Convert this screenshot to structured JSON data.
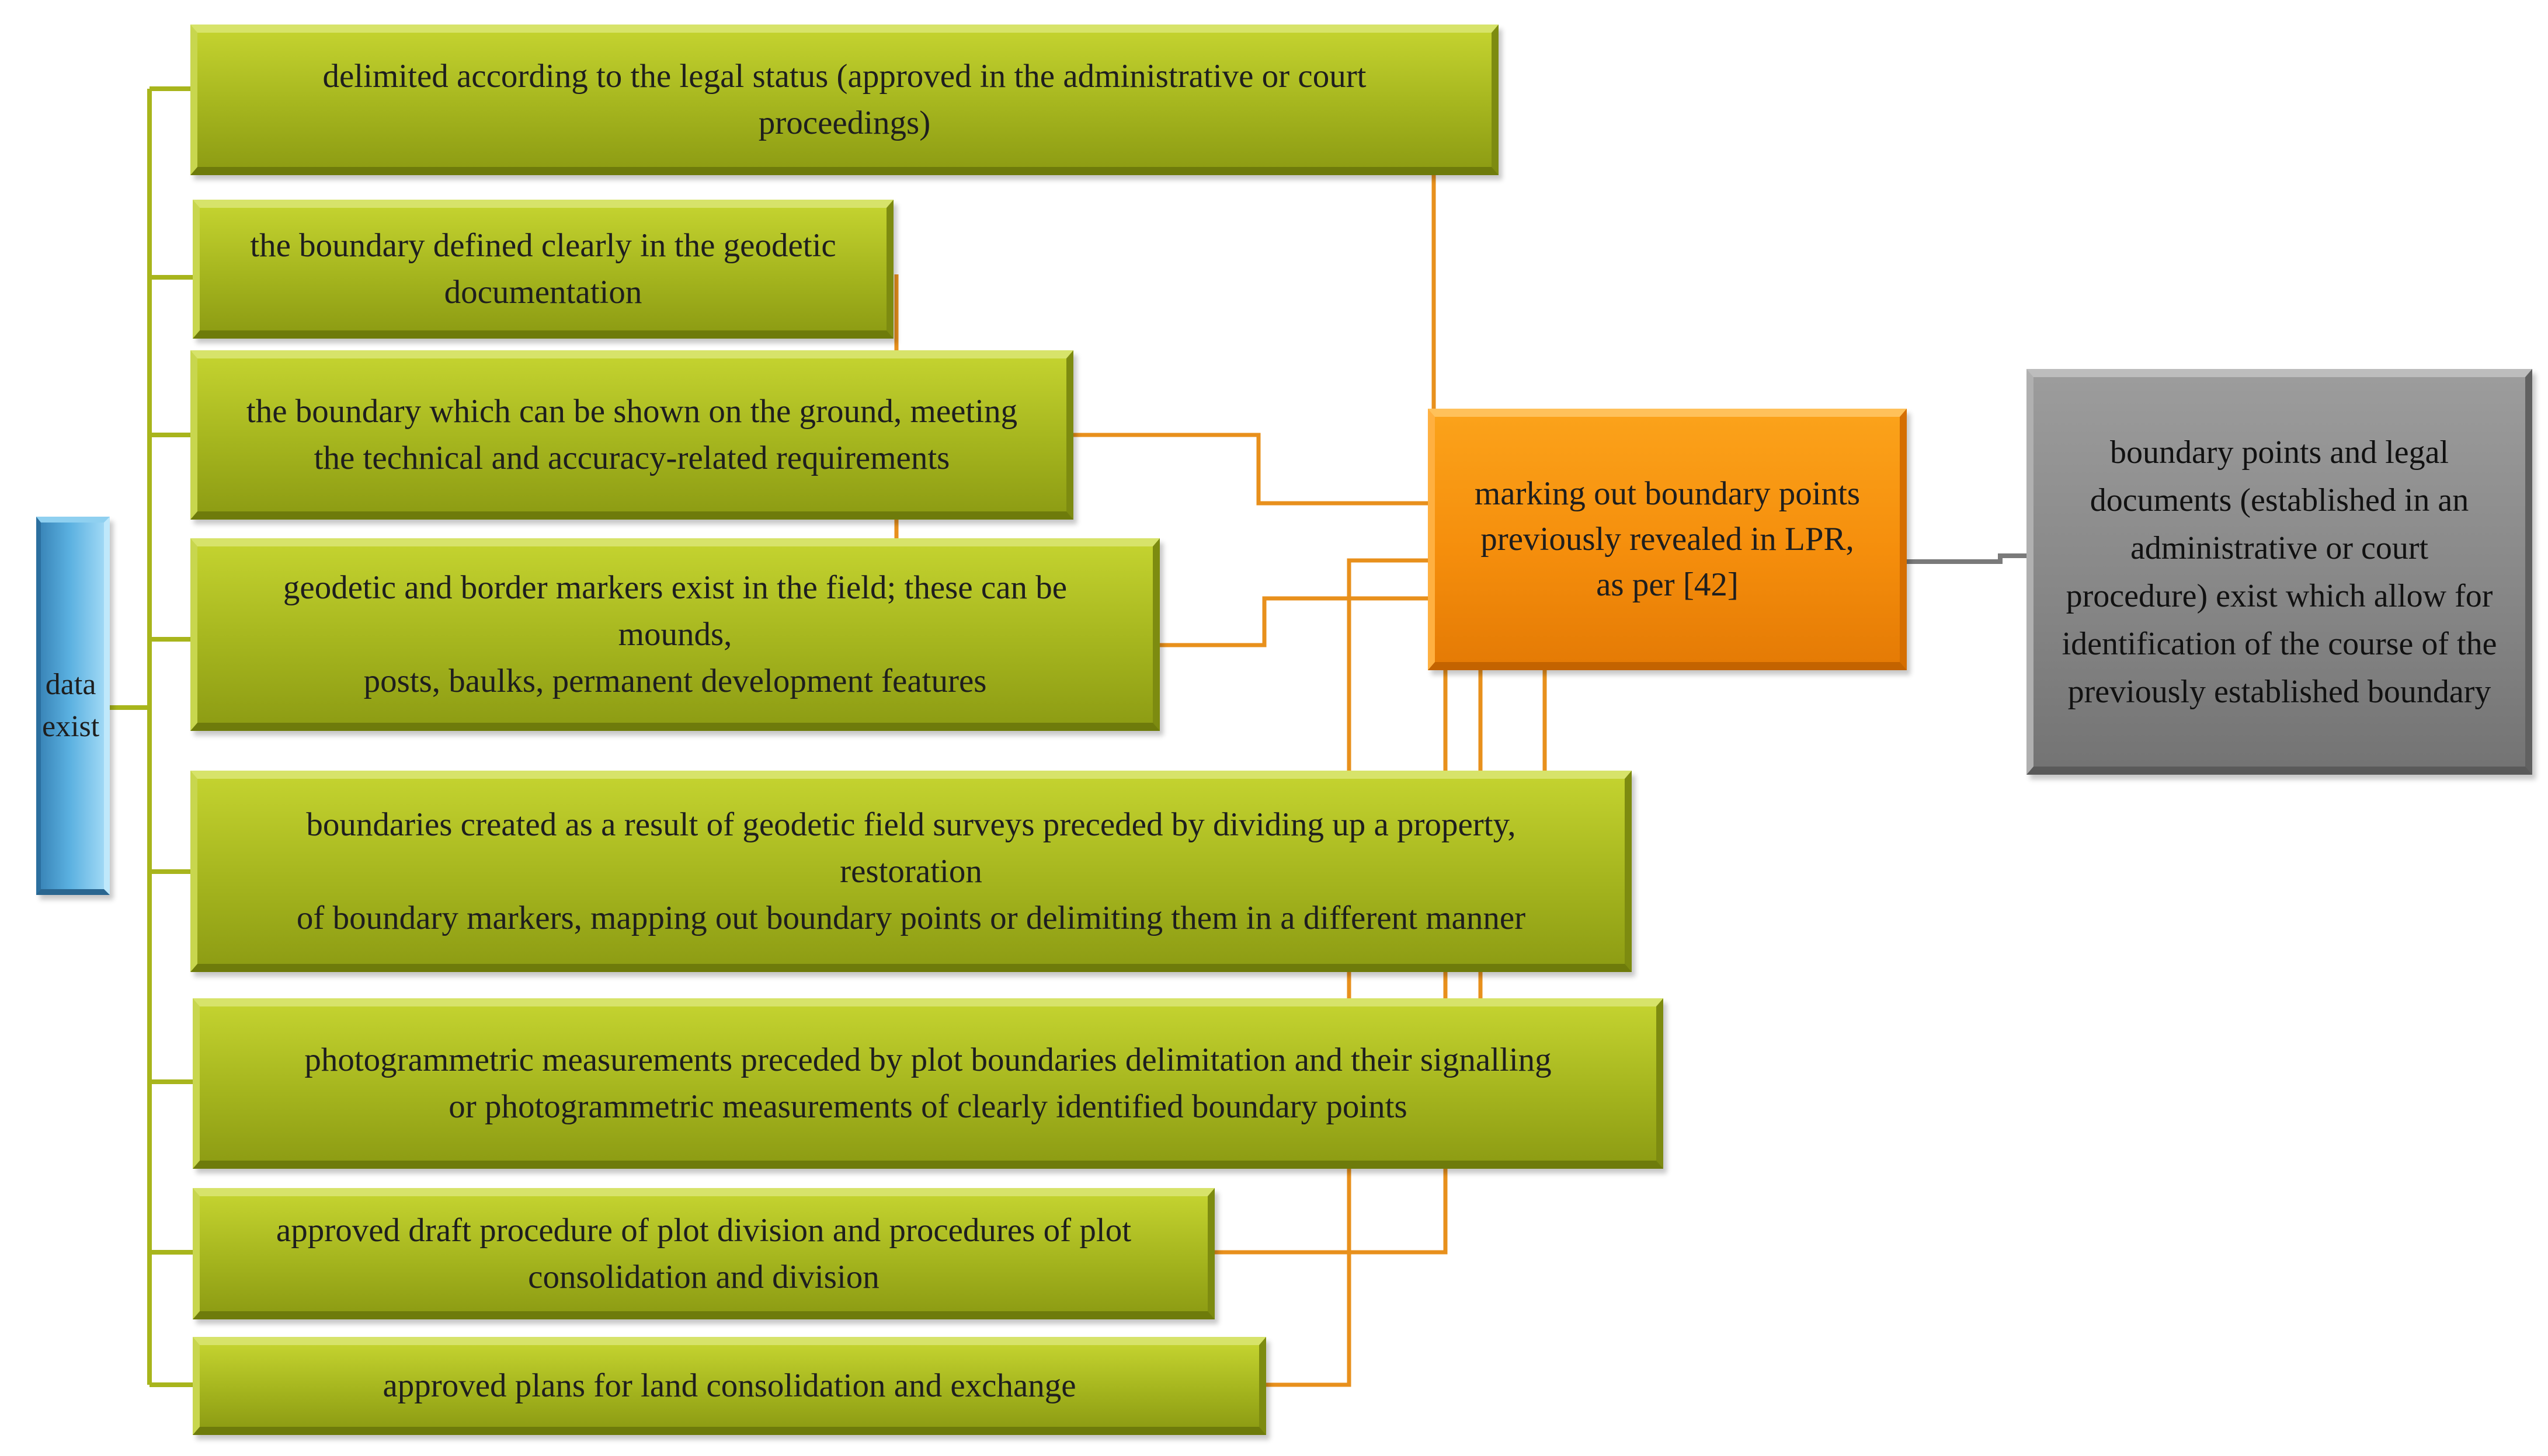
{
  "root": {
    "label": "data\nexist"
  },
  "items": [
    {
      "text": "delimited  according to the legal status (approved in the administrative or court\nproceedings)"
    },
    {
      "text": "the boundary defined clearly in the geodetic\ndocumentation"
    },
    {
      "text": "the boundary which can be shown on the ground, meeting\nthe technical and accuracy-related requirements"
    },
    {
      "text": "geodetic and border markers exist in the field; these can be\nmounds,\nposts, baulks, permanent development features"
    },
    {
      "text": "boundaries created as a result of geodetic field surveys preceded by dividing up a property,\nrestoration\nof boundary markers, mapping out boundary points or delimiting them in a different manner"
    },
    {
      "text": "photogrammetric measurements preceded by plot boundaries delimitation and their signalling\nor photogrammetric measurements of clearly identified  boundary points"
    },
    {
      "text": "approved draft procedure of plot division and procedures of plot\nconsolidation and division"
    },
    {
      "text": "approved plans for land consolidation and exchange"
    }
  ],
  "center": {
    "text": "marking out boundary points\npreviously revealed in LPR,\nas per [42]"
  },
  "result": {
    "text": "boundary points and legal\ndocuments (established in an\nadministrative or court\nprocedure) exist which allow for\nidentification of the course of the\npreviously established boundary"
  },
  "colors": {
    "tree_line": "#a8b51c",
    "link_line": "#e8901c",
    "out_line": "#7a7a7a"
  }
}
